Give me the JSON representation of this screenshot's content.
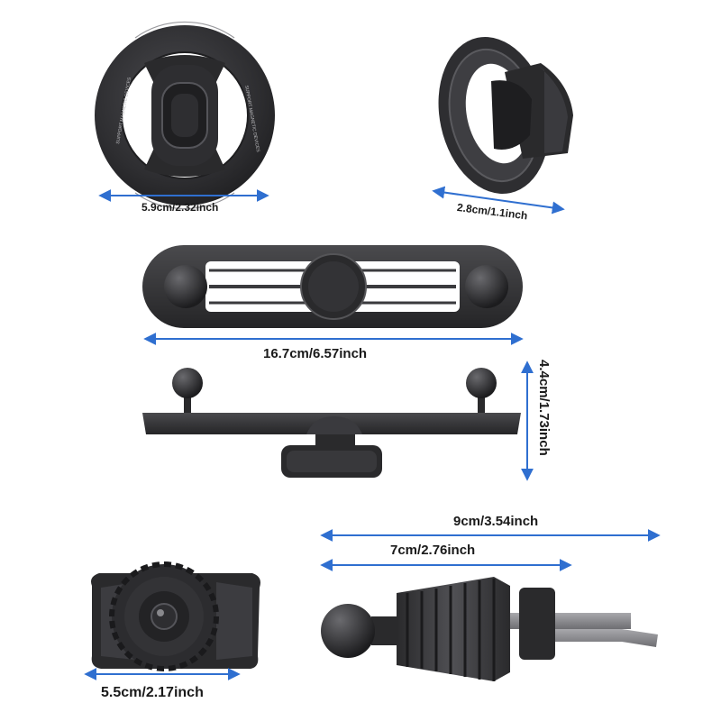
{
  "dimensions": {
    "ring_diameter": "5.9cm/2.32inch",
    "ring_thickness": "2.8cm/1.1inch",
    "bar_length": "16.7cm/6.57inch",
    "bar_height": "4.4cm/1.73inch",
    "clip_total_length": "9cm/3.54inch",
    "clip_body_length": "7cm/2.76inch",
    "knob_diameter": "5.5cm/2.17inch"
  },
  "ring_print": {
    "left_arc": "SUPPORT MAGNETIC DEVICES",
    "right_arc": "SUPPORT MAGNETIC DEVICES"
  },
  "colors": {
    "arrow": "#2f6fd0",
    "product_dark": "#2a2a2c",
    "product_mid": "#3c3c3f",
    "product_light": "#6a6a6e",
    "metal": "#8a8a8e"
  }
}
